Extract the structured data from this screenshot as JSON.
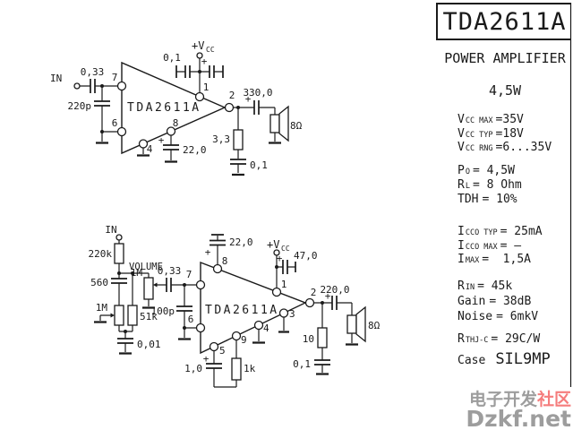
{
  "colors": {
    "ink": "#1a1a1a",
    "watermark_gray": "#9d9d9d",
    "watermark_red": "#f57d7d",
    "background": "#ffffff"
  },
  "title_block": {
    "part": "TDA2611A",
    "subtitle1": "POWER AMPLIFIER",
    "subtitle2": "4,5W"
  },
  "specs": {
    "vcc_max": {
      "base": "V",
      "sub": "CC MAX",
      "val": "=35V"
    },
    "vcc_typ": {
      "base": "V",
      "sub": "CC TYP",
      "val": "=18V"
    },
    "vcc_rng": {
      "base": "V",
      "sub": "CC RNG",
      "val": "=6...35V"
    },
    "po": {
      "base": "P",
      "sub": "O",
      "val": "= 4,5W"
    },
    "rl": {
      "base": "R",
      "sub": "L",
      "val": "= 8 Ohm"
    },
    "tdh": {
      "base": "TDH",
      "sub": "",
      "val": "= 10%"
    },
    "icco_typ": {
      "base": "I",
      "sub": "CCO TYP",
      "val": "= 25mA"
    },
    "icco_max": {
      "base": "I",
      "sub": "CCO MAX",
      "val": "= –"
    },
    "imax": {
      "base": "I",
      "sub": "MAX",
      "val": "=  1,5A"
    },
    "rin": {
      "base": "R",
      "sub": "IN",
      "val": "= 45k"
    },
    "gain": {
      "base": "Gain",
      "sub": "",
      "val": "= 38dB"
    },
    "noise": {
      "base": "Noise",
      "sub": "",
      "val": "= 6mkV"
    },
    "rthjc": {
      "base": "R",
      "sub": "THJ-C",
      "val": "= 29C/W"
    },
    "case": {
      "base": "Case",
      "sub": "",
      "val": "SIL9MP"
    }
  },
  "sym": {
    "plus": "+"
  },
  "c1": {
    "in_label": "IN",
    "c033": "0,33",
    "c220p": "220p",
    "pin7": "7",
    "pin6": "6",
    "pin1": "1",
    "pin2": "2",
    "pin4": "4",
    "pin8": "8",
    "chip": "TDA2611A",
    "vcc": "+V",
    "vcc_sub": "CC",
    "c01": "0,1",
    "c22": "22,0",
    "c330": "330,0",
    "r33": "3,3",
    "c01z": "0,1",
    "spk": "8Ω"
  },
  "c2": {
    "in_label": "IN",
    "r220k": "220k",
    "volume": "VOLUME",
    "pot1m": "1M",
    "c560": "560",
    "trim1m": "1M",
    "r51k": "51k",
    "c001": "0,01",
    "c033": "0,33",
    "c100p": "100p",
    "pin7": "7",
    "pin6": "6",
    "pin8": "8",
    "pin1": "1",
    "pin2": "2",
    "pin3": "3",
    "pin4": "4",
    "pin9": "9",
    "pin5": "5",
    "c22": "22,0",
    "vcc": "+V",
    "vcc_sub": "CC",
    "c47": "47,0",
    "c220": "220,0",
    "spk": "8Ω",
    "r10": "10",
    "c01": "0,1",
    "c10": "1,0",
    "r1k": "1k",
    "chip": "TDA2611A"
  },
  "watermark": {
    "cn_gray": "电子开发",
    "cn_red": "社区",
    "site": "Dzkf.net"
  }
}
